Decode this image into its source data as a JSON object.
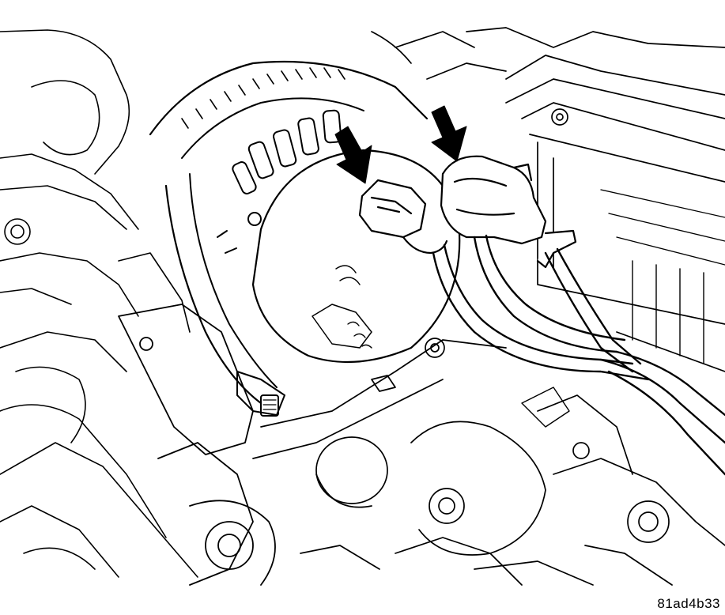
{
  "figure": {
    "reference_code": "81ad4b33",
    "subject": "generator-connector-removal",
    "callouts": [
      {
        "id": "arrow-left",
        "points_to": "harness-connector"
      },
      {
        "id": "arrow-right",
        "points_to": "battery-terminal-boot"
      }
    ]
  },
  "colors": {
    "line": "#000000",
    "fill_arrow": "#000000",
    "background": "#ffffff"
  }
}
